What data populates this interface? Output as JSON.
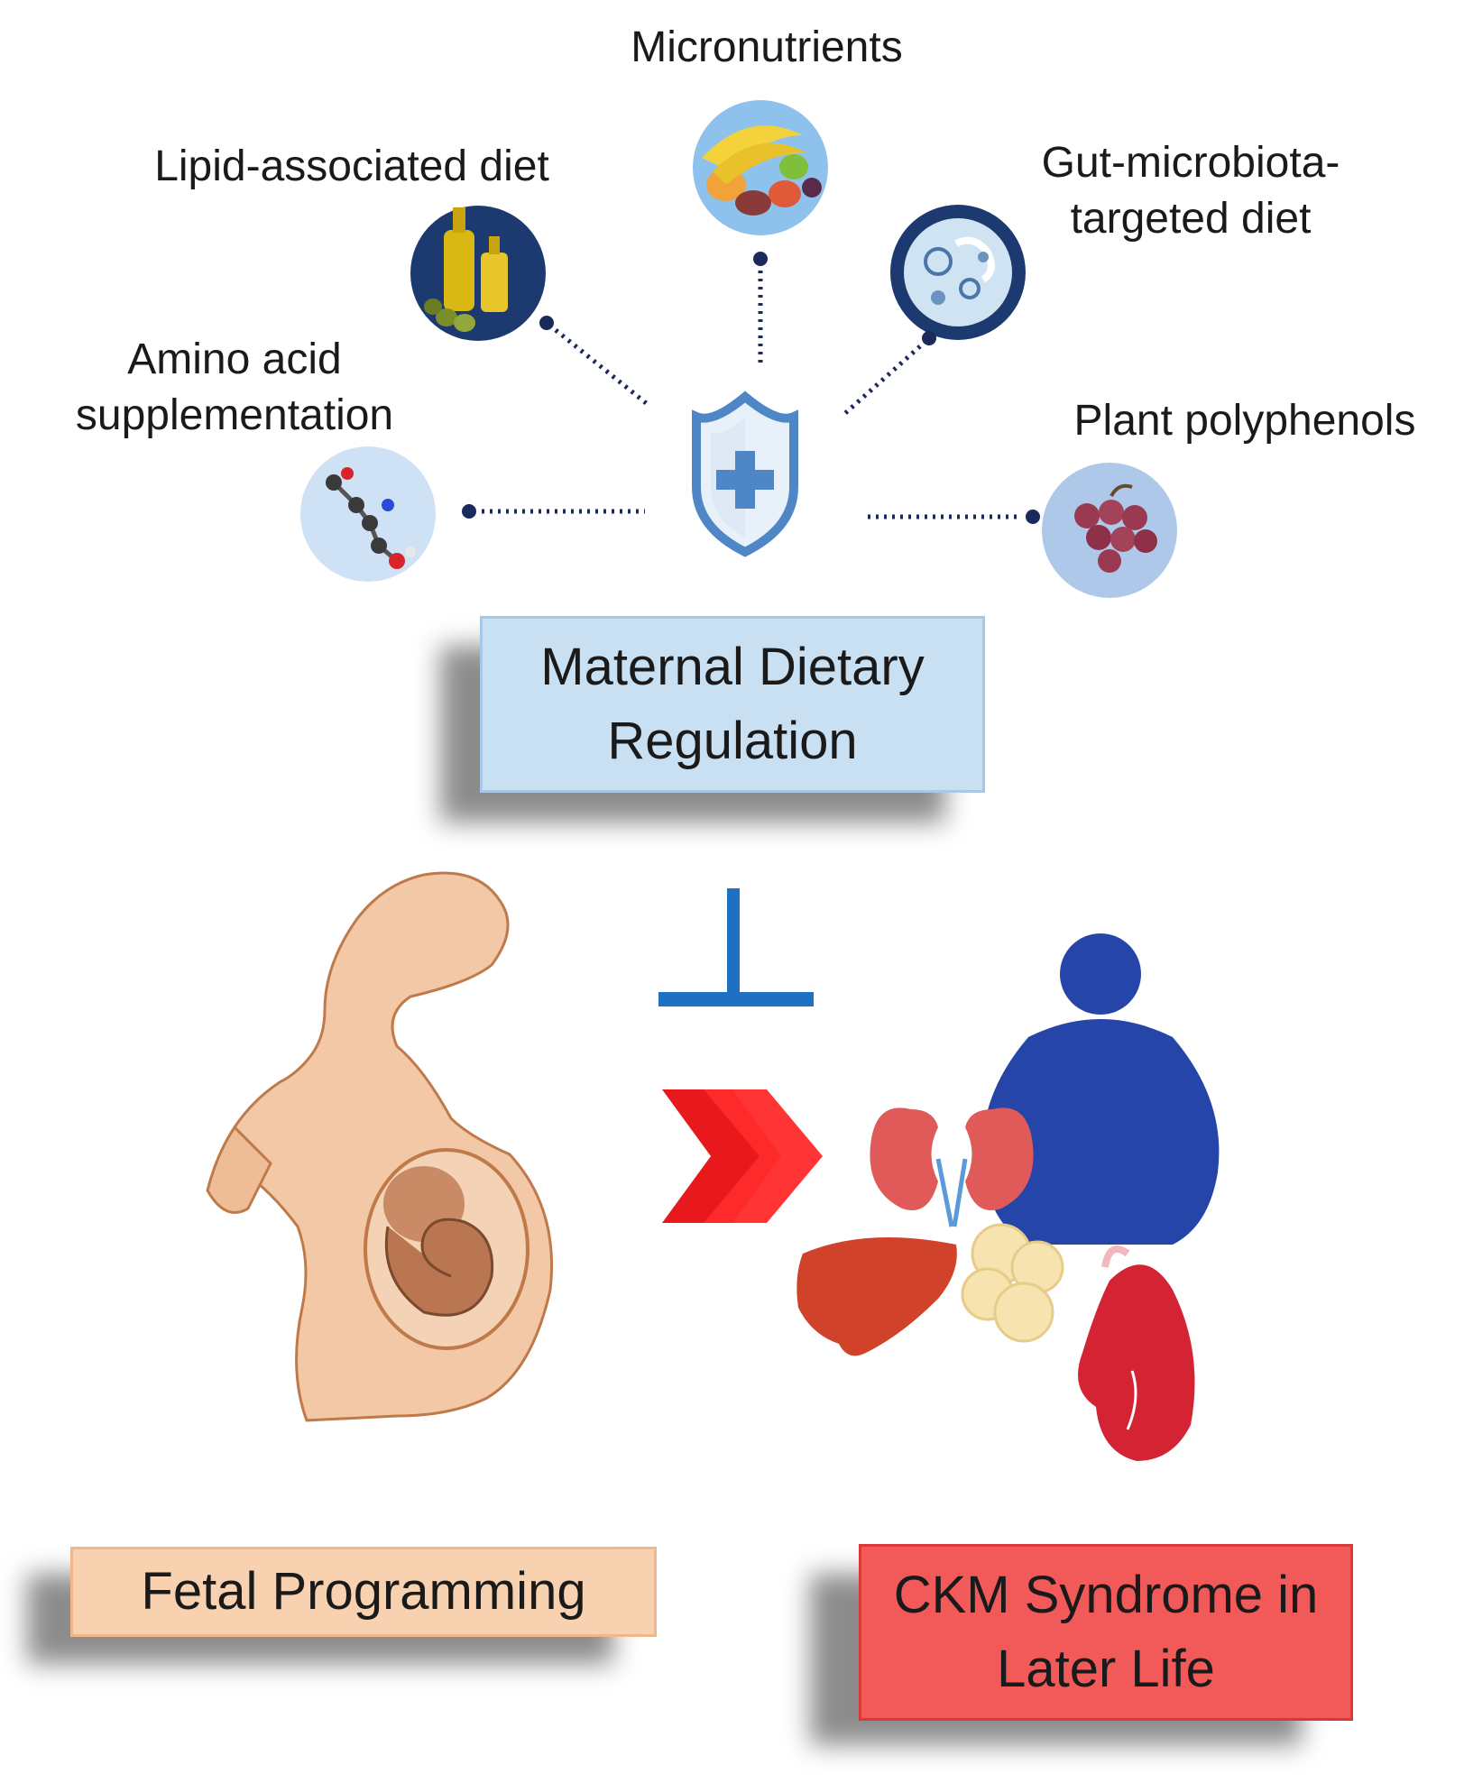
{
  "center": {
    "title_line1": "Maternal Dietary",
    "title_line2": "Regulation"
  },
  "interventions": [
    {
      "key": "amino",
      "line1": "Amino acid",
      "line2": "supplementation",
      "icon": "amino-acid-molecule-icon"
    },
    {
      "key": "lipid",
      "line1": "Lipid-associated diet",
      "line2": "",
      "icon": "olive-oil-icon"
    },
    {
      "key": "micro",
      "line1": "Micronutrients",
      "line2": "",
      "icon": "fruits-icon"
    },
    {
      "key": "gut",
      "line1": "Gut-microbiota-",
      "line2": "targeted diet",
      "icon": "microbes-icon"
    },
    {
      "key": "plant",
      "line1": "Plant polyphenols",
      "line2": "",
      "icon": "grapes-icon"
    }
  ],
  "left_box": {
    "label": "Fetal Programming"
  },
  "right_box": {
    "line1": "CKM Syndrome in",
    "line2": "Later Life"
  },
  "colors": {
    "shield": "#4f86c6",
    "dots": "#1a2a5a",
    "center_box": "#c9dff2",
    "left_box": "#f8d1b0",
    "right_box": "#f25a5a",
    "inhibit": "#1f6fc2",
    "arrow": "#e8191d",
    "silhouette": "#f3c8a6",
    "obese_figure": "#2546a8"
  }
}
